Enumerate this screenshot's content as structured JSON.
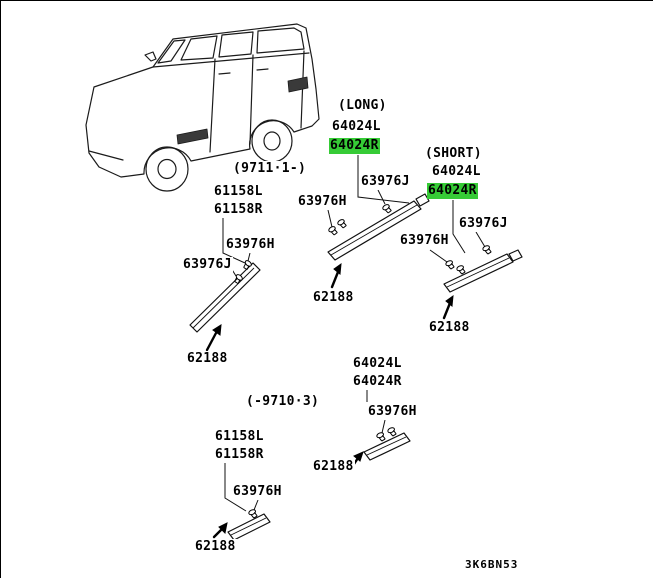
{
  "diagram_code": "3K6BN53",
  "highlight_color": "#36cb36",
  "groups": {
    "long": {
      "caption": "(LONG)",
      "parts": {
        "left": "64024L",
        "right": "64024R"
      },
      "clip_h": "63976H",
      "clip_j": "63976J",
      "screw": "62188"
    },
    "short": {
      "caption": "(SHORT)",
      "parts": {
        "left": "64024L",
        "right": "64024R"
      },
      "clip_h": "63976H",
      "clip_j": "63976J",
      "screw": "62188"
    },
    "from_9711": {
      "caption": "(9711·1-)",
      "parts": {
        "left": "61158L",
        "right": "61158R"
      },
      "clip_h": "63976H",
      "clip_j": "63976J",
      "screw": "62188"
    },
    "mid": {
      "parts": {
        "left": "64024L",
        "right": "64024R"
      },
      "clip_h": "63976H",
      "screw": "62188"
    },
    "until_9710": {
      "caption": "(-9710·3)",
      "parts": {
        "left": "61158L",
        "right": "61158R"
      },
      "clip_h": "63976H",
      "screw": "62188"
    }
  }
}
